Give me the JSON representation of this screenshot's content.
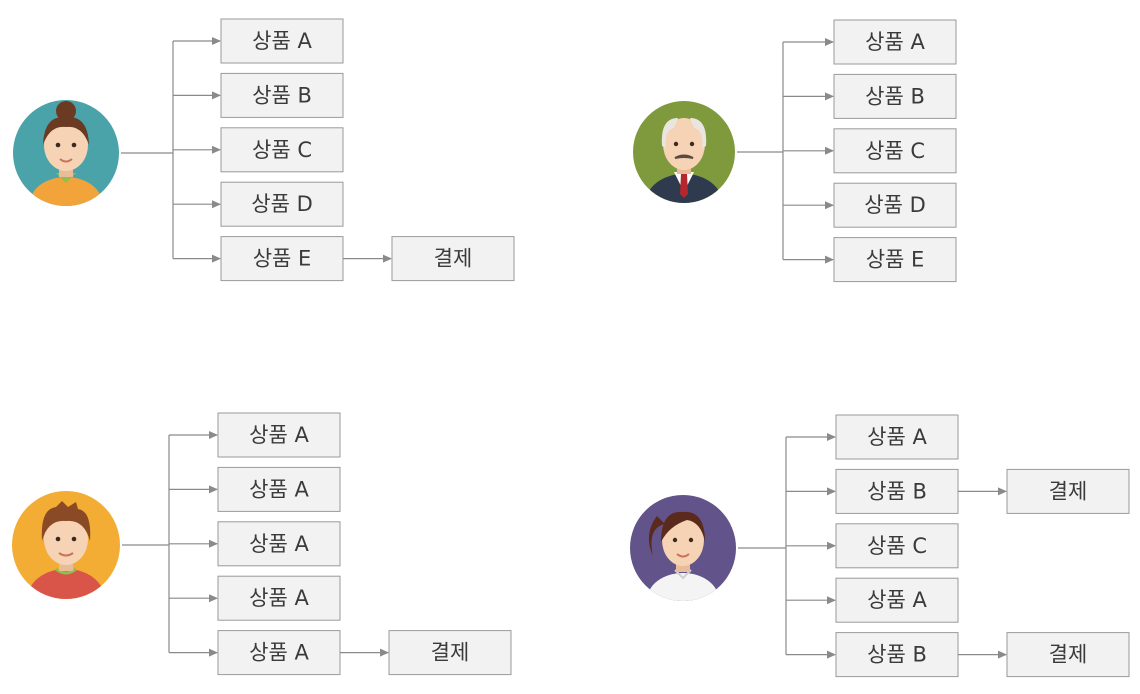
{
  "colors": {
    "box_fill": "#f2f2f2",
    "box_stroke": "#9a9a9a",
    "line": "#8a8a8a",
    "text": "#3a3a3a"
  },
  "groups": [
    {
      "avatar": {
        "icon": "woman-bun-avatar-icon",
        "bg": "#4aa3a8"
      },
      "items": [
        "상품 A",
        "상품 B",
        "상품 C",
        "상품 D",
        "상품 E"
      ],
      "checkout": [
        {
          "from": 4,
          "label": "결제"
        }
      ]
    },
    {
      "avatar": {
        "icon": "old-man-suit-avatar-icon",
        "bg": "#7f9a3d"
      },
      "items": [
        "상품 A",
        "상품 B",
        "상품 C",
        "상품 D",
        "상품 E"
      ],
      "checkout": []
    },
    {
      "avatar": {
        "icon": "young-man-avatar-icon",
        "bg": "#f3ad34"
      },
      "items": [
        "상품 A",
        "상품 A",
        "상품 A",
        "상품 A",
        "상품 A"
      ],
      "checkout": [
        {
          "from": 4,
          "label": "결제"
        }
      ]
    },
    {
      "avatar": {
        "icon": "woman-ponytail-avatar-icon",
        "bg": "#62548a"
      },
      "items": [
        "상품 A",
        "상품 B",
        "상품 C",
        "상품 A",
        "상품 B"
      ],
      "checkout": [
        {
          "from": 1,
          "label": "결제"
        },
        {
          "from": 4,
          "label": "결제"
        }
      ]
    }
  ]
}
